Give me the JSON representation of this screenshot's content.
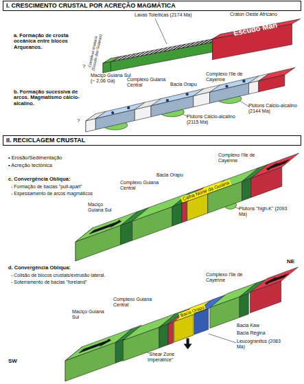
{
  "diagram": {
    "nodes": [
      {
        "text": [
          "I. CRESCIMENTO CRUSTAL POR ACREÇÃO MAGMÁTICA"
        ]
      },
      {
        "text": [
          "II. RECICLAGEM CRUSTAL"
        ]
      }
    ],
    "labels": [
      "a. Formação de crosta oceânica entre blocos Arqueanos.",
      "Lavas Toleíticas (2174 Ma)",
      "Cráton Oeste Africano",
      "Escudo Man",
      "Complexo Imataca (Escudo das Guianas)",
      "?",
      "b. Formação sucessiva de arcos. Magmatismo cálcio-alcalino.",
      "Maciço Guiana Sul (~ 2,06 Ga)",
      "Complexo Guiana Central",
      "Complexo l'Ile de Cayenne",
      "Bacia Orapu",
      "Plútons Cálcio-alcalino (2144 Ma)",
      "Plútons Cálcio-alcalino (2115 Ma)",
      "?",
      "• Erosão/Sedimentação",
      "• Acreção tectônica",
      "c. Convergência Oblíqua:",
      "- Formação de bacias \"pull-apart\"",
      "- Espessamento de arcos magmáticos",
      "Maciço Guiana Sul",
      "Complexo Guiana Central",
      "Complexo l'Ile de Cayenne",
      "Bacia Orapu",
      "Calha Norte da Guiana",
      "Plútons \"high-K\" (2093 Ma)",
      "d. Convergência Oblíqua:",
      "- Colisão de blocos crustais/extrusão lateral.",
      "- Soterramento de bacias \"foreland\"",
      "Maciço Guiana Sul",
      "Complexo Guiana Central",
      "Complexo l'Ile de Cayenne",
      "Bacia Orapu",
      "Bacia Kaw",
      "Bacia Régina",
      "Leucogranitos (2083 Ma)",
      "\"Shear Zone Imperatrice\"",
      "NE",
      "SW"
    ]
  }
}
